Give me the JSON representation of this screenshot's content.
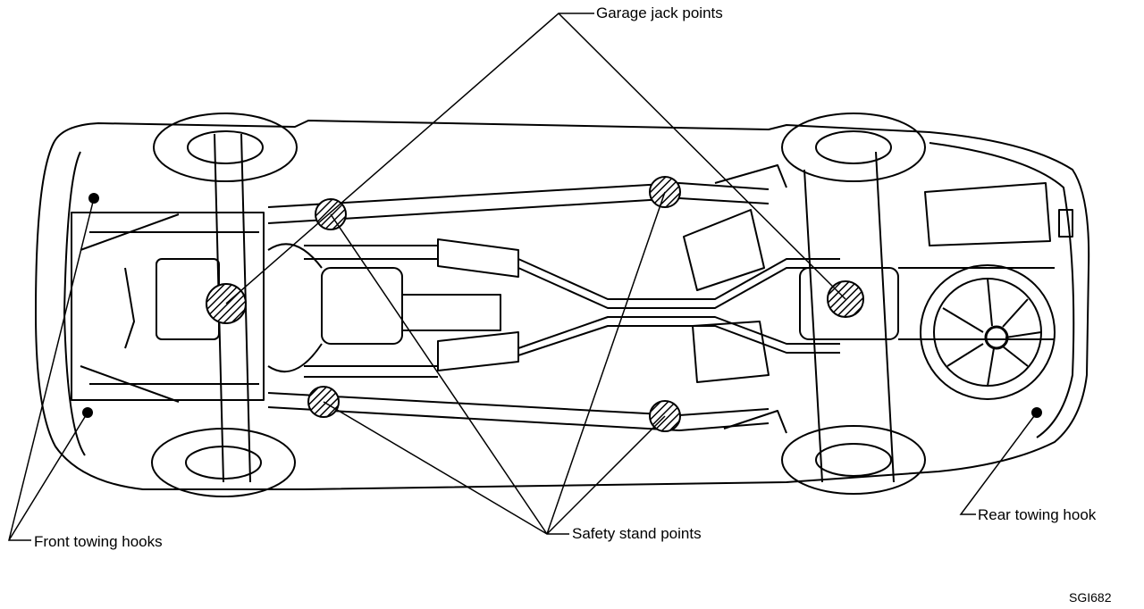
{
  "labels": {
    "garage_jack_points": "Garage jack points",
    "safety_stand_points": "Safety stand points",
    "front_towing_hooks": "Front towing hooks",
    "rear_towing_hook": "Rear towing hook",
    "figure_code": "SGI682"
  },
  "colors": {
    "ink": "#000000",
    "paper": "#ffffff"
  }
}
